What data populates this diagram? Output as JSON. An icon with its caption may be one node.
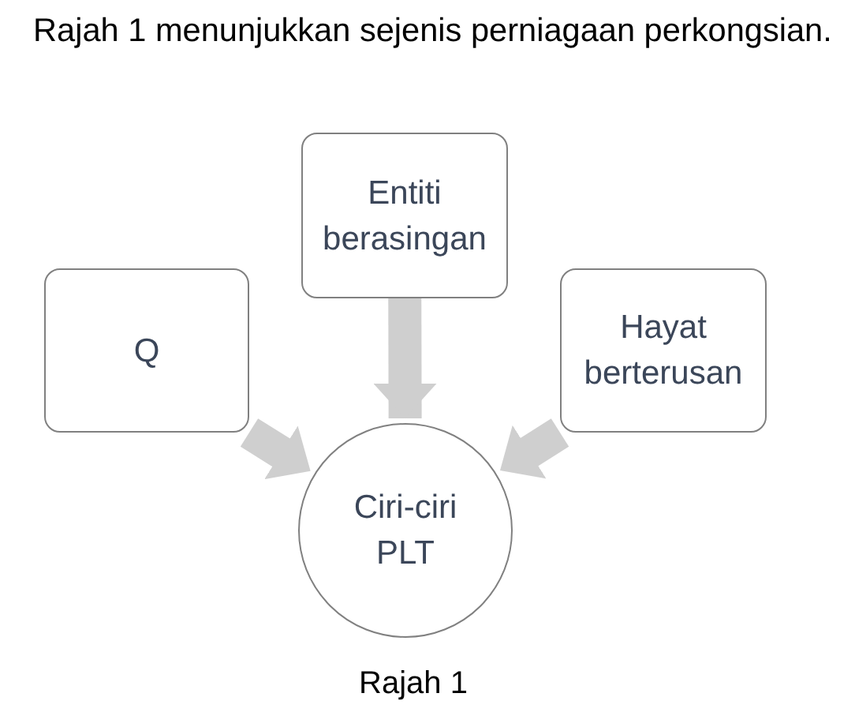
{
  "diagram": {
    "caption": "Rajah 1",
    "nodes": [
      {
        "text": [
          "Entiti berasingan"
        ]
      },
      {
        "text": [
          "Q"
        ]
      },
      {
        "text": [
          "Hayat berterusan"
        ]
      },
      {
        "text": [
          "Ciri-ciri PLT"
        ]
      }
    ],
    "edges": [
      {
        "from": 0,
        "to": 3,
        "arrow": "to"
      },
      {
        "from": 1,
        "to": 3,
        "arrow": "to"
      },
      {
        "from": 2,
        "to": 3,
        "arrow": "to"
      }
    ],
    "labels": [
      "Rajah 1 menunjukkan sejenis perniagaan perkongsian."
    ]
  }
}
